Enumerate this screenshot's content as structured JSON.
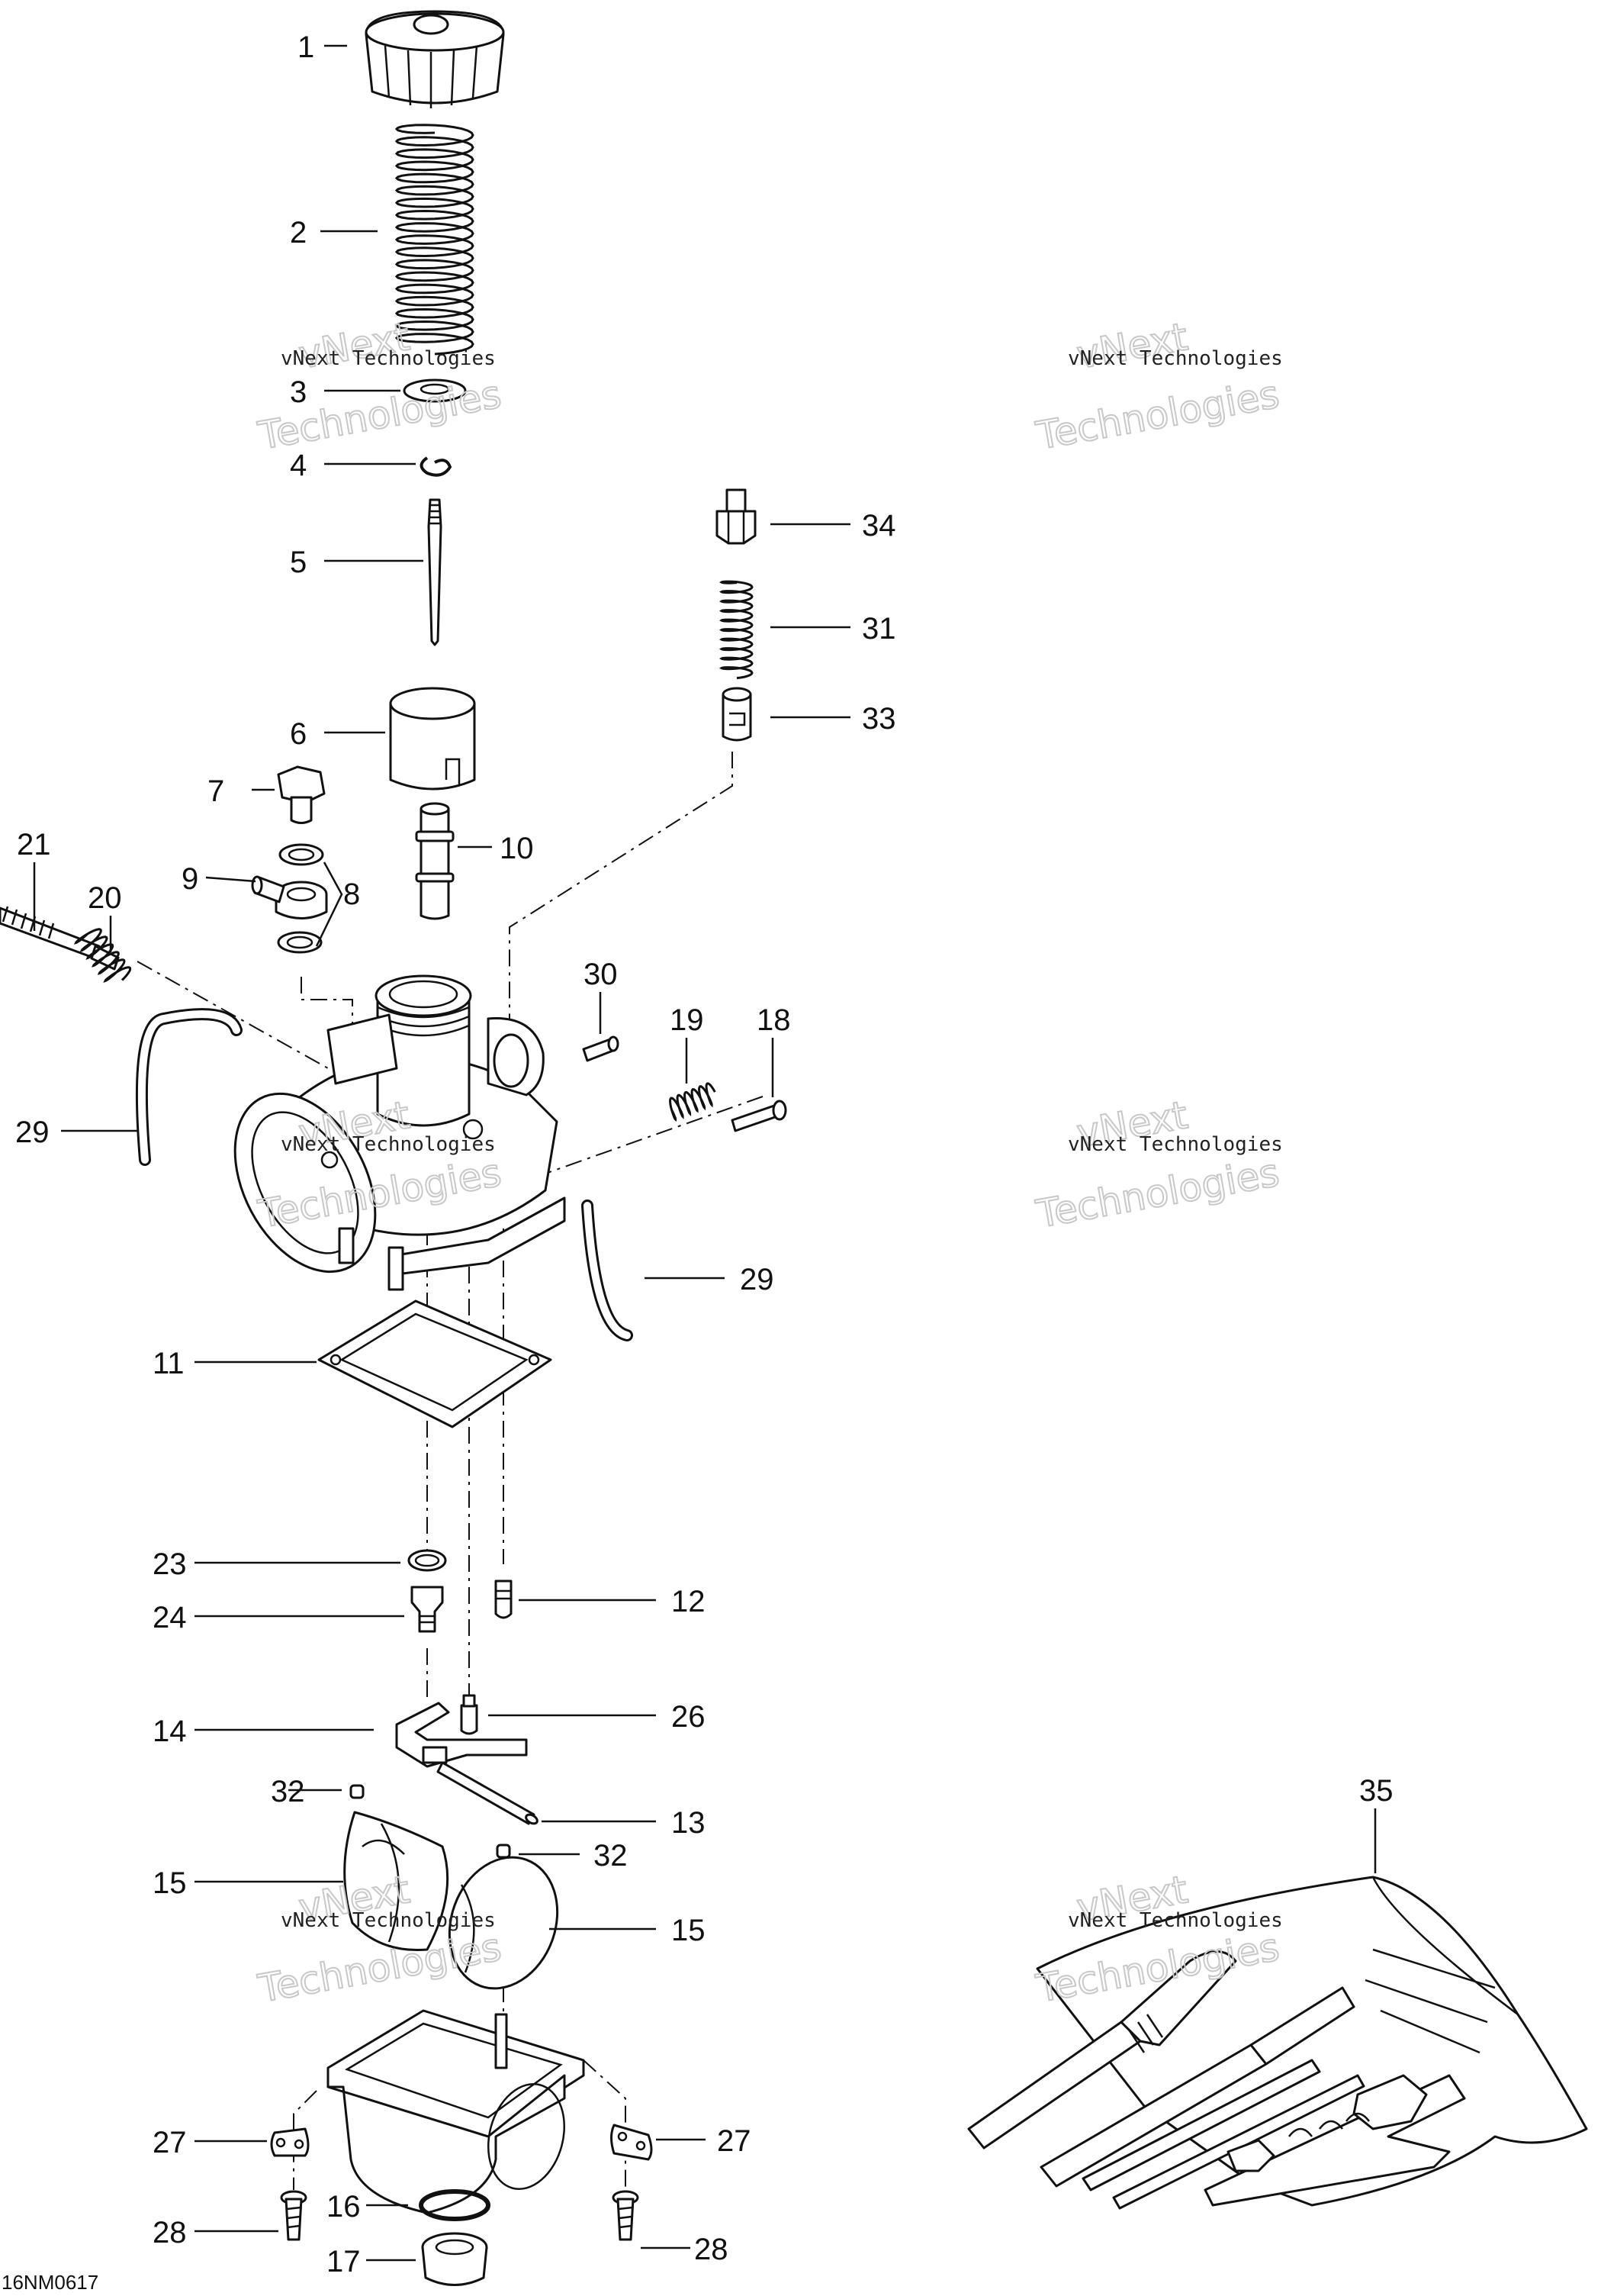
{
  "diagram": {
    "drawing_code": "16NM0617",
    "watermark": {
      "line1": "vNext Technologies",
      "line2a": "vNext",
      "line2b": "Technologies"
    },
    "callouts": [
      {
        "id": "c1",
        "text": "1"
      },
      {
        "id": "c2",
        "text": "2"
      },
      {
        "id": "c3",
        "text": "3"
      },
      {
        "id": "c4",
        "text": "4"
      },
      {
        "id": "c5",
        "text": "5"
      },
      {
        "id": "c6",
        "text": "6"
      },
      {
        "id": "c7",
        "text": "7"
      },
      {
        "id": "c8",
        "text": "8"
      },
      {
        "id": "c9",
        "text": "9"
      },
      {
        "id": "c10",
        "text": "10"
      },
      {
        "id": "c11",
        "text": "11"
      },
      {
        "id": "c12",
        "text": "12"
      },
      {
        "id": "c13",
        "text": "13"
      },
      {
        "id": "c14",
        "text": "14"
      },
      {
        "id": "c15a",
        "text": "15"
      },
      {
        "id": "c15b",
        "text": "15"
      },
      {
        "id": "c16",
        "text": "16"
      },
      {
        "id": "c17",
        "text": "17"
      },
      {
        "id": "c18",
        "text": "18"
      },
      {
        "id": "c19",
        "text": "19"
      },
      {
        "id": "c20",
        "text": "20"
      },
      {
        "id": "c21",
        "text": "21"
      },
      {
        "id": "c23",
        "text": "23"
      },
      {
        "id": "c24",
        "text": "24"
      },
      {
        "id": "c26",
        "text": "26"
      },
      {
        "id": "c27a",
        "text": "27"
      },
      {
        "id": "c27b",
        "text": "27"
      },
      {
        "id": "c28a",
        "text": "28"
      },
      {
        "id": "c28b",
        "text": "28"
      },
      {
        "id": "c29a",
        "text": "29"
      },
      {
        "id": "c29b",
        "text": "29"
      },
      {
        "id": "c30",
        "text": "30"
      },
      {
        "id": "c31",
        "text": "31"
      },
      {
        "id": "c32a",
        "text": "32"
      },
      {
        "id": "c32b",
        "text": "32"
      },
      {
        "id": "c33",
        "text": "33"
      },
      {
        "id": "c34",
        "text": "34"
      },
      {
        "id": "c35",
        "text": "35"
      }
    ]
  }
}
